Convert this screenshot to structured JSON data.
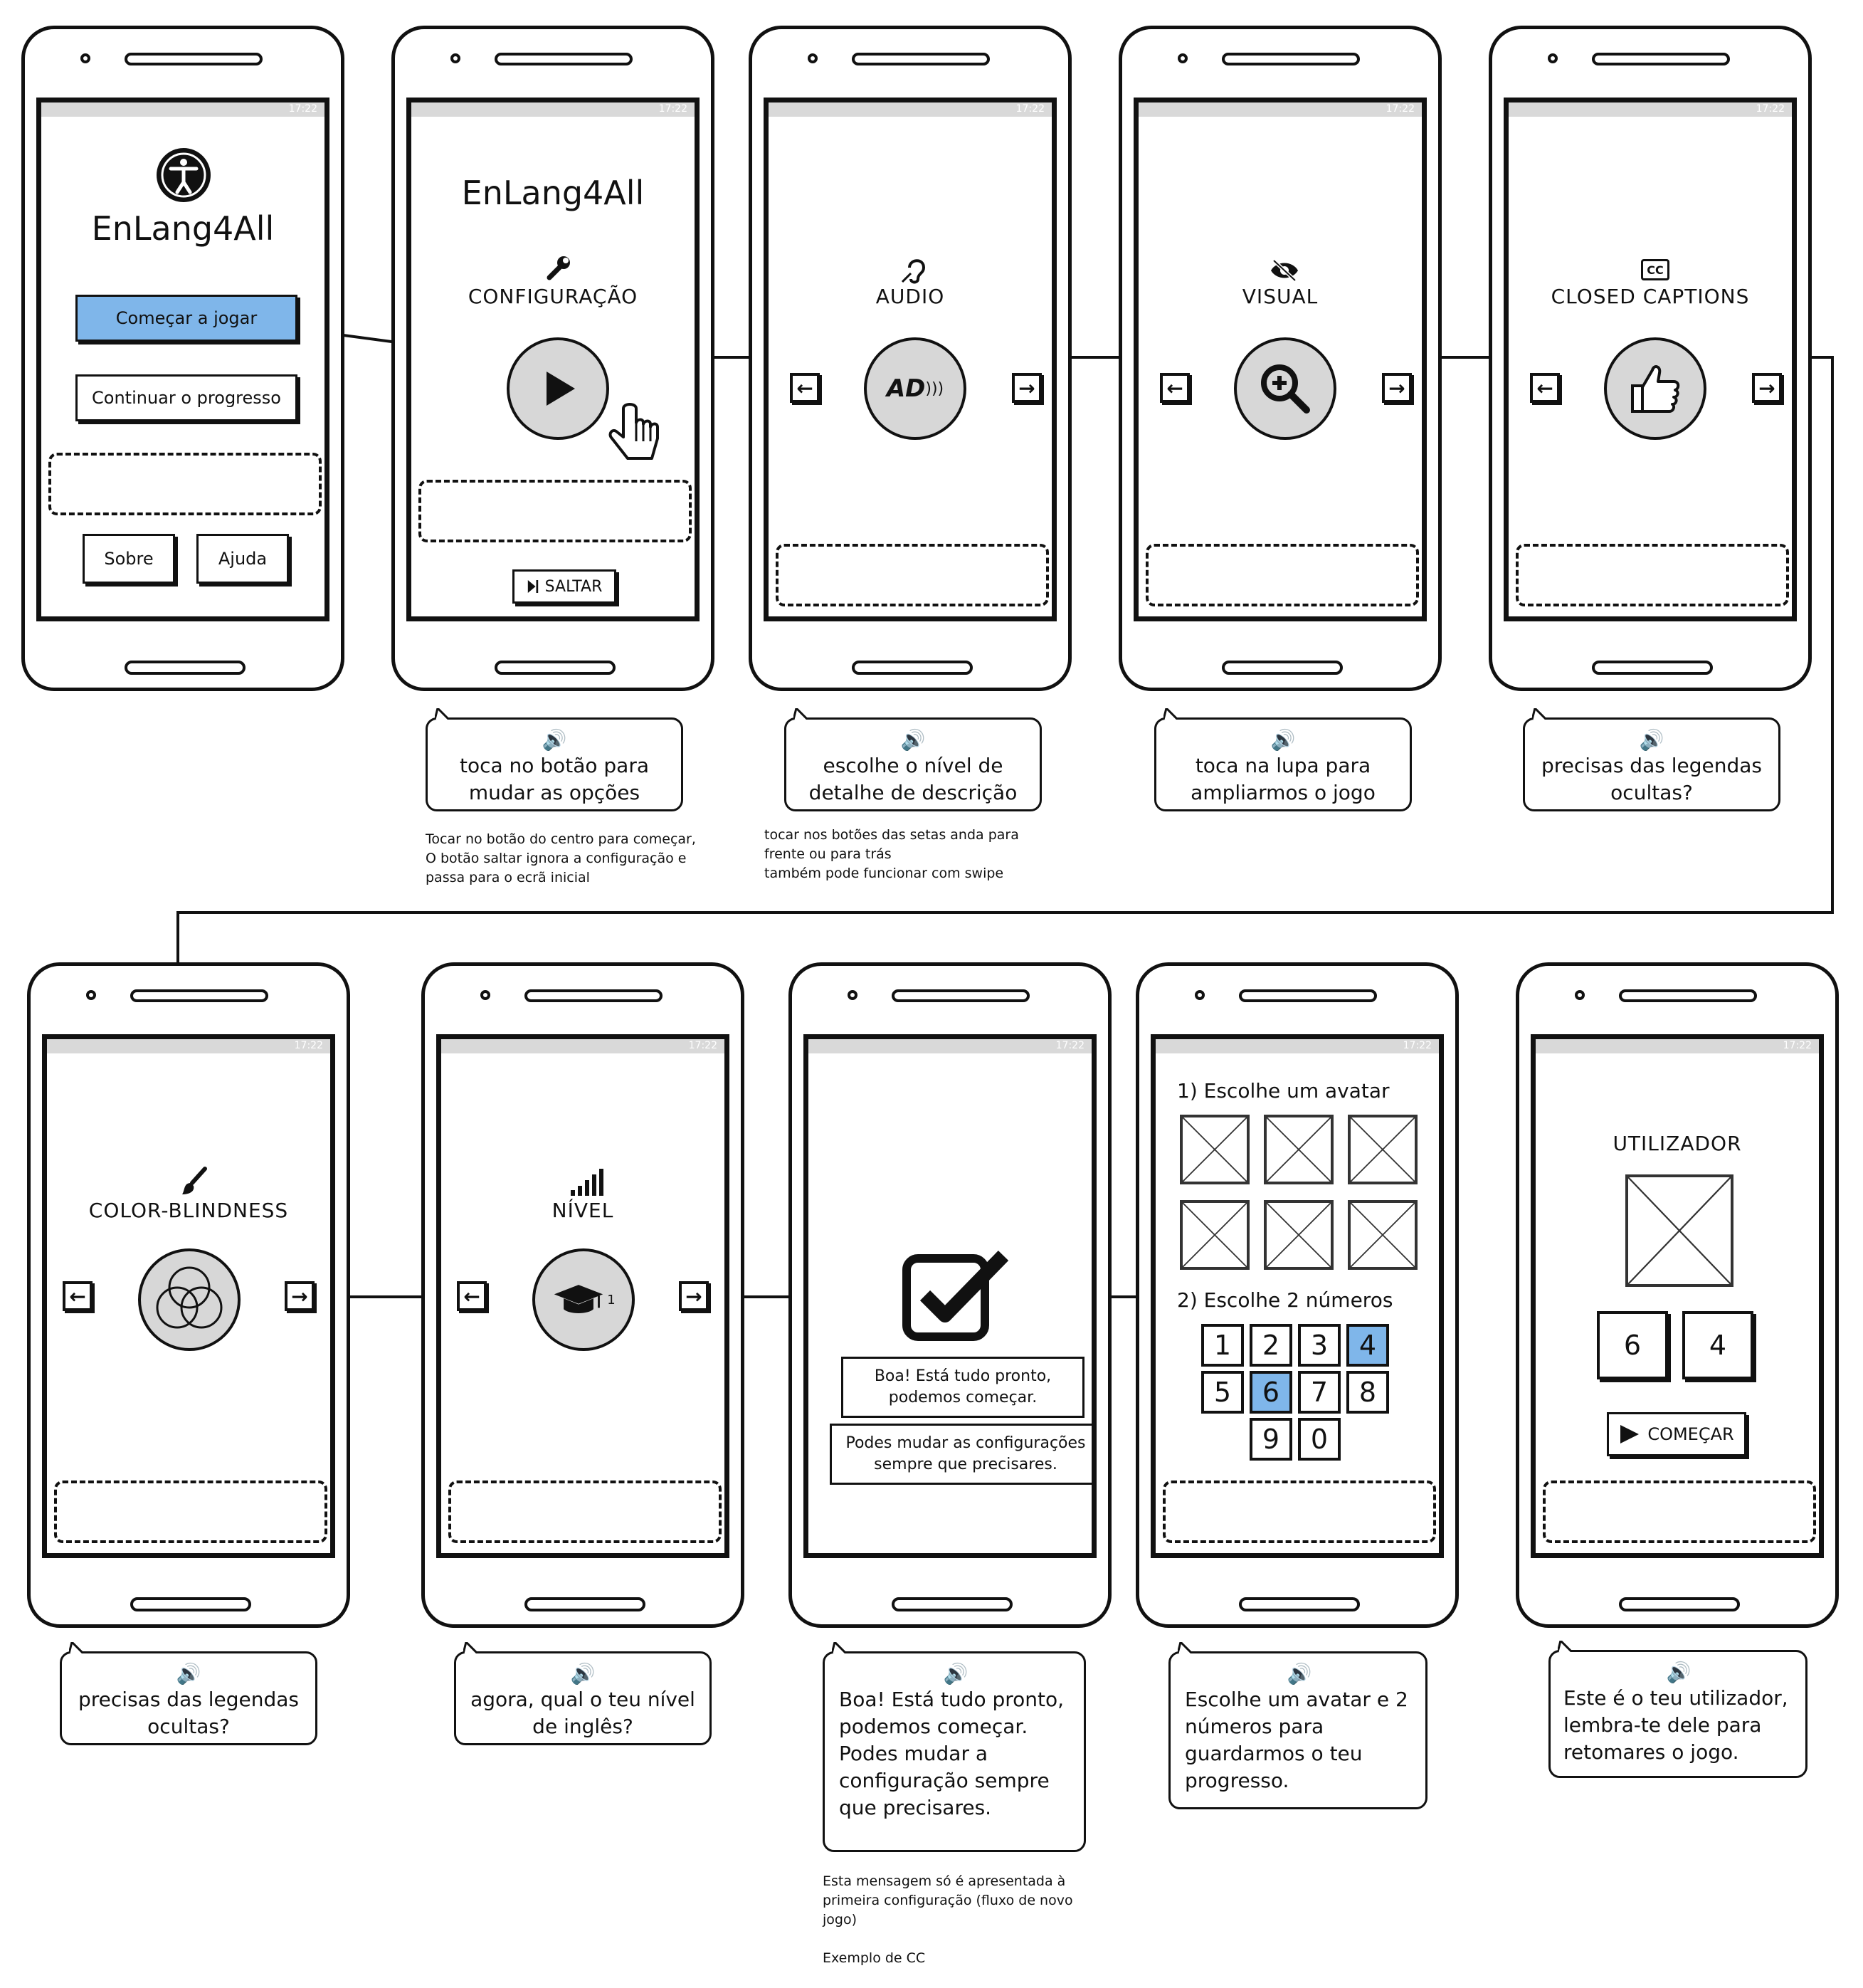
{
  "app_name": "EnLang4All",
  "status_time": "17:22",
  "screens": {
    "home": {
      "title": "EnLang4All",
      "start_button": "Começar a jogar",
      "continue_button": "Continuar o progresso",
      "about_button": "Sobre",
      "help_button": "Ajuda"
    },
    "config": {
      "title": "EnLang4All",
      "label": "CONFIGURAÇÃO",
      "skip_button": "SALTAR"
    },
    "audio": {
      "label": "AUDIO",
      "icon_text": "AD"
    },
    "visual": {
      "label": "VISUAL"
    },
    "cc": {
      "label": "CLOSED CAPTIONS",
      "icon_text": "CC"
    },
    "colorblind": {
      "label": "COLOR-BLINDNESS"
    },
    "level": {
      "label": "NÍVEL",
      "badge": "1"
    },
    "ready": {
      "box1": "Boa! Está tudo pronto, podemos começar.",
      "box2": "Podes mudar as configurações sempre que precisares."
    },
    "profile": {
      "step1": "1) Escolhe um avatar",
      "step2": "2) Escolhe 2 números",
      "numbers": [
        "1",
        "2",
        "3",
        "4",
        "5",
        "6",
        "7",
        "8",
        "9",
        "0"
      ],
      "selected": [
        "4",
        "6"
      ]
    },
    "user": {
      "label": "UTILIZADOR",
      "digit1": "6",
      "digit2": "4",
      "start_button": "COMEÇAR"
    }
  },
  "bubbles": {
    "config": "toca no botão para mudar as opções",
    "audio": "escolhe o nível de detalhe de descrição",
    "visual": "toca na lupa para ampliarmos o jogo",
    "cc": "precisas das legendas ocultas?",
    "colorblind": "precisas das legendas ocultas?",
    "level": "agora, qual o teu nível de inglês?",
    "ready": "Boa! Está tudo pronto, podemos começar. Podes mudar a configuração sempre que precisares.",
    "profile": "Escolhe um avatar e 2 números para guardarmos o teu progresso.",
    "user": "Este é o teu utilizador, lembra-te dele para retomares o jogo."
  },
  "notes": {
    "config": [
      "Tocar no botão do centro para começar,",
      "O botão saltar ignora a configuração e",
      "passa para o ecrã inicial"
    ],
    "audio": [
      "tocar nos botões das setas anda para",
      "frente ou para trás",
      "também pode funcionar com swipe"
    ],
    "ready": [
      "Esta mensagem só é apresentada à",
      "primeira configuração (fluxo de novo",
      "jogo)",
      "",
      "Exemplo de CC"
    ]
  }
}
